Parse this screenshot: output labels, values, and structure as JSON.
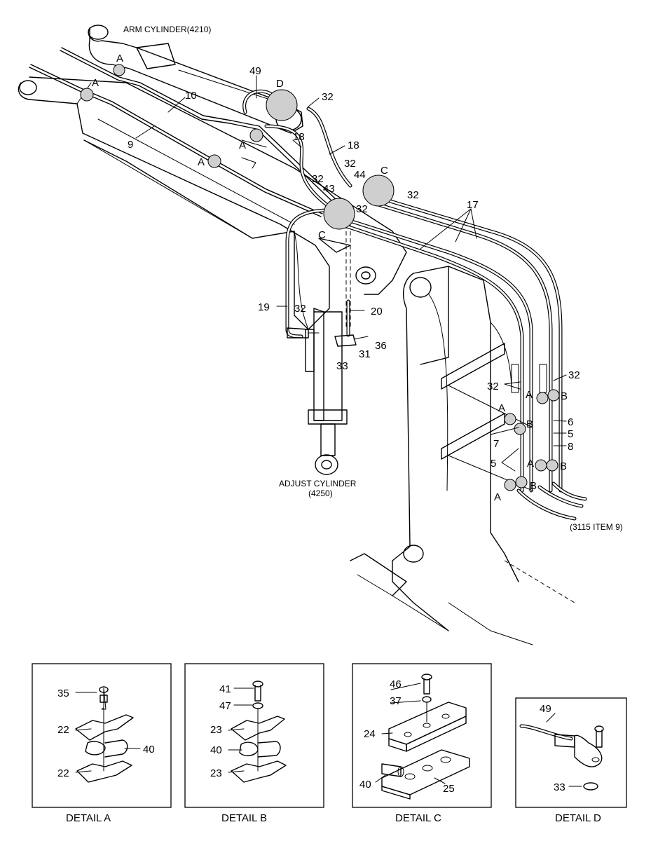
{
  "titles": {
    "arm_cylinder": "ARM CYLINDER(4210)",
    "adjust_cylinder_1": "ADJUST CYLINDER",
    "adjust_cylinder_2": "(4250)",
    "reference": "(3115 ITEM 9)"
  },
  "letters": {
    "A": "A",
    "B": "B",
    "C": "C",
    "D": "D"
  },
  "callouts": {
    "n5": "5",
    "n6": "6",
    "n7": "7",
    "n8": "8",
    "n9": "9",
    "n10": "10",
    "n17": "17",
    "n18": "18",
    "n19": "19",
    "n20": "20",
    "n22": "22",
    "n23": "23",
    "n24": "24",
    "n25": "25",
    "n31": "31",
    "n32": "32",
    "n33": "33",
    "n35": "35",
    "n36": "36",
    "n37": "37",
    "n40": "40",
    "n41": "41",
    "n43": "43",
    "n44": "44",
    "n46": "46",
    "n47": "47",
    "n49": "49"
  },
  "details": {
    "a": "DETAIL A",
    "b": "DETAIL B",
    "c": "DETAIL C",
    "d": "DETAIL D"
  }
}
